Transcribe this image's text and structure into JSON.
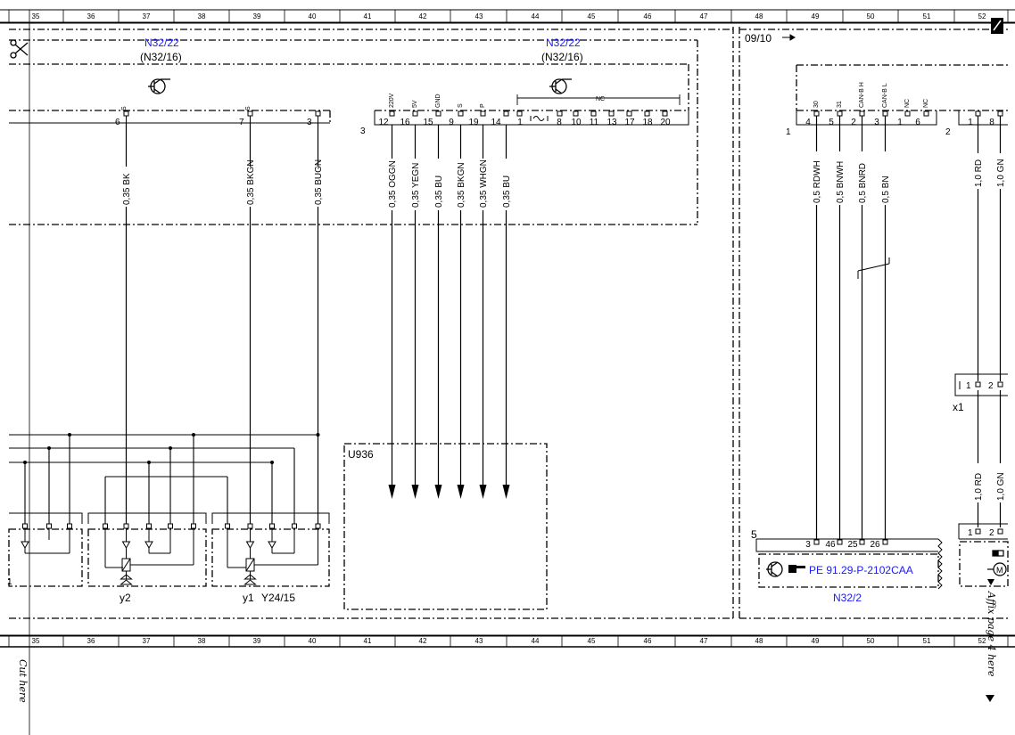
{
  "ruler": [
    "35",
    "36",
    "37",
    "38",
    "39",
    "40",
    "41",
    "42",
    "43",
    "44",
    "45",
    "46",
    "47",
    "48",
    "49",
    "50",
    "51",
    "52"
  ],
  "module_left": {
    "name": "N32/22",
    "alt": "(N32/16)"
  },
  "module_mid": {
    "name": "N32/22",
    "alt": "(N32/16)"
  },
  "connector_left": {
    "pins": [
      "6",
      "7",
      "3"
    ],
    "signals": [
      "S",
      "S"
    ]
  },
  "connector_3": {
    "label": "3",
    "pins": [
      "12",
      "16",
      "15",
      "9",
      "19",
      "14",
      "1",
      "8",
      "10",
      "11",
      "13",
      "17",
      "18",
      "20"
    ],
    "signals": [
      "220V",
      "5V",
      "GND",
      "S",
      "P"
    ],
    "nc_label": "NC"
  },
  "wires_left": [
    "0,35 BK",
    "0,35 BKGN",
    "0,35 BUGN"
  ],
  "wires_mid": [
    "0,35 OGGN",
    "0,35 YEGN",
    "0,35 BU",
    "0,35 BKGN",
    "0,35 WHGN",
    "0,35 BU"
  ],
  "page_ref": "09/10",
  "connector_1": {
    "label": "1",
    "pins": [
      "4",
      "5",
      "2",
      "3",
      "1",
      "6"
    ],
    "signals": [
      "30",
      "31",
      "CAN-B H",
      "CAN-B L",
      "NC",
      "NC"
    ]
  },
  "connector_2": {
    "label": "2",
    "pins": [
      "1",
      "8"
    ]
  },
  "wires_right": [
    "0,5 RDWH",
    "0,5 BNWH",
    "0,5 BNRD",
    "0,5 BN"
  ],
  "wires_far": [
    "1,0 RD",
    "1,0 GN"
  ],
  "x1": {
    "label": "x1",
    "pins": [
      "1",
      "2"
    ]
  },
  "wires_far_lower": [
    "1,0 RD",
    "1,0 GN"
  ],
  "u936": {
    "label": "U936"
  },
  "valves": {
    "y2": "y2",
    "y1": "y1",
    "group": "Y24/15",
    "left_pin": "1"
  },
  "n32_2": {
    "prefix": "5",
    "pins": [
      "3",
      "46",
      "25",
      "26"
    ],
    "ref": "PE 91.29-P-2102CAA",
    "name": "N32/2"
  },
  "motor_pins": [
    "1",
    "2"
  ],
  "margin": {
    "left": "Cut here",
    "right": "Affix page 4 here"
  }
}
